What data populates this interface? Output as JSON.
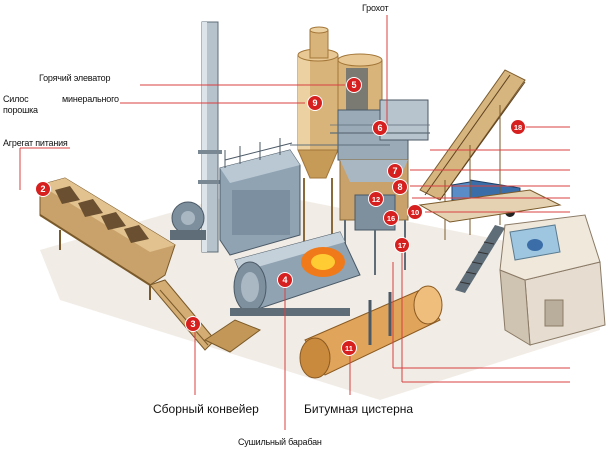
{
  "labels": {
    "screen": "Грохот",
    "hot_elevator": "Горячий элеватор",
    "silo_mineral_powder_line1": "Силос",
    "silo_mineral_powder_line1b": "минерального",
    "silo_mineral_powder_line2": "порошка",
    "feed_unit": "Агрегат питания",
    "collecting_conveyor": "Сборный конвейер",
    "bitumen_tank": "Битумная цистерна",
    "drying_drum": "Сушильный барабан"
  },
  "markers": [
    {
      "key": "m2",
      "num": "2"
    },
    {
      "key": "m3",
      "num": "3"
    },
    {
      "key": "m4",
      "num": "4"
    },
    {
      "key": "m5",
      "num": "5"
    },
    {
      "key": "m6",
      "num": "6"
    },
    {
      "key": "m7",
      "num": "7"
    },
    {
      "key": "m8",
      "num": "8"
    },
    {
      "key": "m9",
      "num": "9"
    },
    {
      "key": "m10",
      "num": "10"
    },
    {
      "key": "m11",
      "num": "11"
    },
    {
      "key": "m12",
      "num": "12"
    },
    {
      "key": "m16",
      "num": "16"
    },
    {
      "key": "m17",
      "num": "17"
    },
    {
      "key": "m18",
      "num": "18"
    }
  ],
  "colors": {
    "marker_red": "#d6201f",
    "leader_line_red": "#d84040",
    "metal_blue": "#8fa3b3",
    "metal_dark": "#4b5966",
    "tan": "#d9b47a",
    "tan_dark": "#b98a4a",
    "bitumen_tank": "#e0a45a",
    "concrete": "#e6ddd0",
    "truck_blue": "#3b6ea8",
    "flame": "#f07a1a"
  }
}
